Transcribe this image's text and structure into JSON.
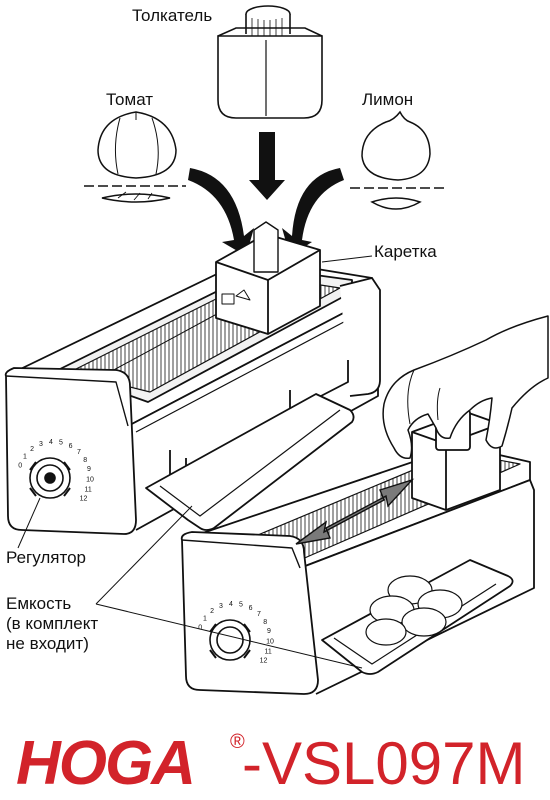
{
  "labels": {
    "pusher": "Толкатель",
    "tomato": "Томат",
    "lemon": "Лимон",
    "carriage": "Каретка",
    "regulator": "Регулятор",
    "container_line1": "Емкость",
    "container_line2": "(в комплект",
    "container_line3": "не входит)"
  },
  "dial": {
    "numbers": [
      "0",
      "1",
      "2",
      "3",
      "4",
      "5",
      "6",
      "7",
      "8",
      "9",
      "10",
      "11",
      "12"
    ]
  },
  "brand": {
    "name": "HOGA",
    "registered": "®",
    "model": "-VSL097M",
    "color": "#d2232a"
  },
  "colors": {
    "line": "#111111",
    "arrow_gray": "#7a7a7a",
    "fill_light": "#ffffff",
    "fill_shade": "#e9e9e9"
  }
}
